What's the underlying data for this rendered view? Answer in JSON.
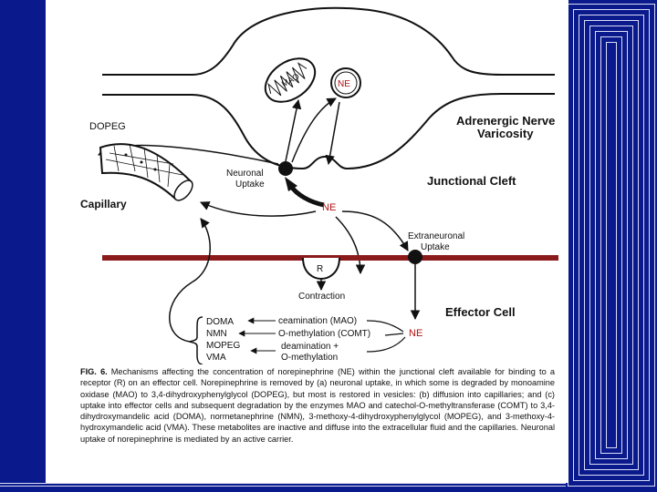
{
  "diagram": {
    "labels": {
      "mao": "MAO",
      "ne_vesicle": "NE",
      "nerve_title_1": "Adrenergic Nerve",
      "nerve_title_2": "Varicosity",
      "junctional_cleft": "Junctional Cleft",
      "dopeg": "DOPEG",
      "capillary": "Capillary",
      "neuronal_uptake_1": "Neuronal",
      "neuronal_uptake_2": "Uptake",
      "ne_cleft": "NE",
      "extraneuronal_1": "Extraneuronal",
      "extraneuronal_2": "Uptake",
      "receptor": "R",
      "contraction": "Contraction",
      "effector_cell": "Effector Cell",
      "ne_effector": "NE"
    },
    "metabolites": [
      "DOMA",
      "NMN",
      "MOPEG",
      "VMA"
    ],
    "reactions": {
      "deamination": "ceamination (MAO)",
      "methylation": "O-methylation (COMT)",
      "combined_1": "deamination +",
      "combined_2": "O-methylation"
    },
    "colors": {
      "membrane": "#8b1a1a",
      "ink": "#111111",
      "slide_bg": "#0a1a8c"
    }
  },
  "caption": {
    "figure_label": "FIG. 6.",
    "text": "Mechanisms affecting the concentration of norepinephrine (NE) within the junctional cleft available for binding to a receptor (R) on an effector cell. Norepinephrine is removed by (a) neuronal uptake, in which some is degraded by monoamine oxidase (MAO) to 3,4-dihydroxyphenylglycol (DOPEG), but most is restored in vesicles: (b) diffusion into capillaries; and (c) uptake into effector cells and subsequent degradation by the enzymes MAO and catechol-O-methyltransferase (COMT) to 3,4-dihydroxymandelic acid (DOMA), normetanephrine (NMN), 3-methoxy-4-dihydroxyphenylglycol (MOPEG), and 3-methoxy-4-hydroxymandelic acid (VMA). These metabolites are inactive and diffuse into the extracellular fluid and the capillaries. Neuronal uptake of norepinephrine is mediated by an active carrier."
  }
}
